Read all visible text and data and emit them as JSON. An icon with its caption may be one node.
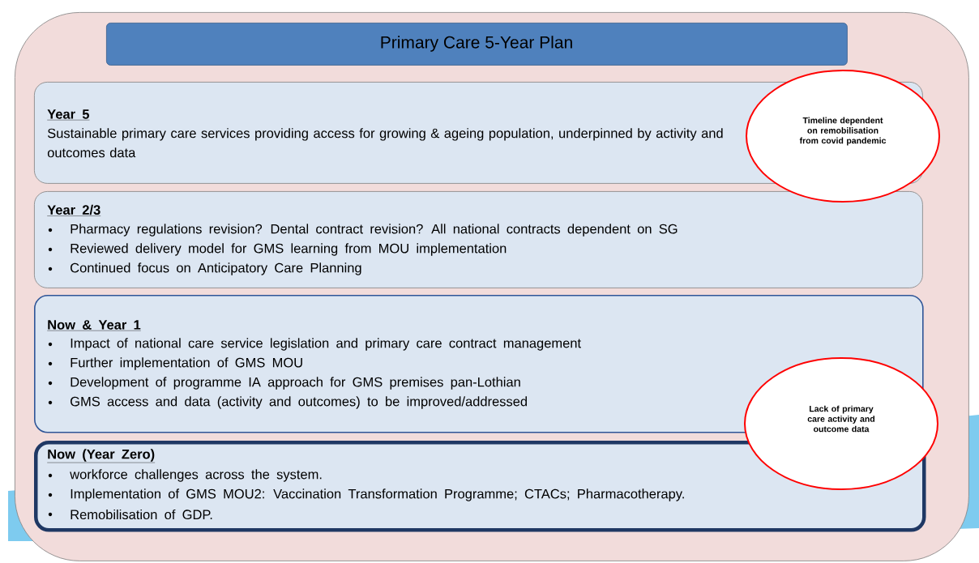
{
  "diagram": {
    "nodes": [
      {
        "text": [],
        "shape": "box"
      },
      {
        "text": [
          "Primary Care 5-Year Plan"
        ],
        "in": 0
      },
      {
        "text": [
          "Year 5",
          "Sustainable primary care services providing access for growing & ageing population, underpinned by activity and outcomes data"
        ],
        "in": 0
      },
      {
        "text": [
          "Year 2/3",
          "Pharmacy regulations revision? Dental contract revision? All national contracts dependent on SG",
          "Reviewed delivery model for GMS learning from MOU implementation",
          "Continued focus on Anticipatory Care Planning"
        ],
        "in": 0
      },
      {
        "text": [
          "Now & Year 1",
          "Impact of national care service legislation and primary care contract management",
          "Further implementation of GMS MOU",
          "Development of programme IA approach for GMS premises pan-Lothian",
          "GMS access and data (activity and outcomes) to be improved/addressed"
        ],
        "in": 0
      },
      {
        "text": [
          "Now (Year Zero)",
          "workforce challenges across the system.",
          "Implementation of GMS MOU2: Vaccination Transformation Programme; CTACs; Pharmacotherapy.",
          "Remobilisation of GDP."
        ],
        "in": 0
      },
      {
        "text": [
          "Timeline dependent on remobilisation from covid pandemic"
        ],
        "in": 0
      },
      {
        "text": [
          "Lack of primary care activity and outcome data"
        ],
        "in": 0
      }
    ],
    "edges": []
  }
}
